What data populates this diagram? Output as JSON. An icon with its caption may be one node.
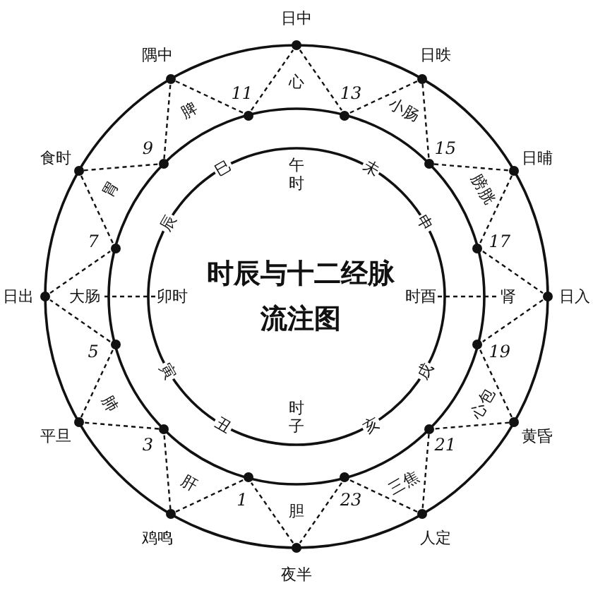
{
  "diagram": {
    "title": "时辰与十二经脉流注图",
    "nodes": [
      {
        "text": [],
        "shape": "circle",
        "beside": [
          "日中"
        ]
      },
      {
        "text": [],
        "shape": "circle",
        "beside": [
          "13"
        ]
      },
      {
        "text": [],
        "shape": "circle",
        "beside": [
          "日昳"
        ]
      },
      {
        "text": [],
        "shape": "circle",
        "beside": [
          "15"
        ]
      },
      {
        "text": [],
        "shape": "circle",
        "beside": [
          "日晡"
        ]
      },
      {
        "text": [],
        "shape": "circle",
        "beside": [
          "17"
        ]
      },
      {
        "text": [],
        "shape": "circle",
        "beside": [
          "日入"
        ]
      },
      {
        "text": [],
        "shape": "circle",
        "beside": [
          "19"
        ]
      },
      {
        "text": [],
        "shape": "circle",
        "beside": [
          "黄昏"
        ]
      },
      {
        "text": [],
        "shape": "circle",
        "beside": [
          "21"
        ]
      },
      {
        "text": [],
        "shape": "circle",
        "beside": [
          "人定"
        ]
      },
      {
        "text": [],
        "shape": "circle",
        "beside": [
          "23"
        ]
      },
      {
        "text": [],
        "shape": "circle",
        "beside": [
          "夜半"
        ]
      },
      {
        "text": [],
        "shape": "circle",
        "beside": [
          "1"
        ]
      },
      {
        "text": [],
        "shape": "circle",
        "beside": [
          "鸡鸣"
        ]
      },
      {
        "text": [],
        "shape": "circle",
        "beside": [
          "3"
        ]
      },
      {
        "text": [],
        "shape": "circle",
        "beside": [
          "平旦"
        ]
      },
      {
        "text": [],
        "shape": "circle",
        "beside": [
          "5"
        ]
      },
      {
        "text": [],
        "shape": "circle",
        "beside": [
          "日出"
        ]
      },
      {
        "text": [],
        "shape": "circle",
        "beside": [
          "7"
        ]
      },
      {
        "text": [],
        "shape": "circle",
        "beside": [
          "食时"
        ]
      },
      {
        "text": [],
        "shape": "circle",
        "beside": [
          "9"
        ]
      },
      {
        "text": [],
        "shape": "circle",
        "beside": [
          "隅中"
        ]
      },
      {
        "text": [],
        "shape": "circle",
        "beside": [
          "11"
        ]
      },
      {
        "text": [
          "时酉"
        ]
      },
      {
        "text": [
          "肾"
        ]
      },
      {
        "text": [
          "卯时"
        ]
      },
      {
        "text": [
          "大肠"
        ]
      }
    ],
    "edges": [
      {
        "from": 0,
        "to": 1,
        "arrow": "none",
        "style": "dashed"
      },
      {
        "from": 1,
        "to": 2,
        "arrow": "none",
        "style": "dashed"
      },
      {
        "from": 2,
        "to": 3,
        "arrow": "none",
        "style": "dashed"
      },
      {
        "from": 3,
        "to": 4,
        "arrow": "none",
        "style": "dashed"
      },
      {
        "from": 4,
        "to": 5,
        "arrow": "none",
        "style": "dashed"
      },
      {
        "from": 5,
        "to": 6,
        "arrow": "none",
        "style": "dashed"
      },
      {
        "from": 6,
        "to": 7,
        "arrow": "none",
        "style": "dashed"
      },
      {
        "from": 7,
        "to": 8,
        "arrow": "none",
        "style": "dashed"
      },
      {
        "from": 8,
        "to": 9,
        "arrow": "none",
        "style": "dashed"
      },
      {
        "from": 9,
        "to": 10,
        "arrow": "none",
        "style": "dashed"
      },
      {
        "from": 10,
        "to": 11,
        "arrow": "none",
        "style": "dashed"
      },
      {
        "from": 11,
        "to": 12,
        "arrow": "none",
        "style": "dashed"
      },
      {
        "from": 12,
        "to": 13,
        "arrow": "none",
        "style": "dashed"
      },
      {
        "from": 13,
        "to": 14,
        "arrow": "none",
        "style": "dashed"
      },
      {
        "from": 14,
        "to": 15,
        "arrow": "none",
        "style": "dashed"
      },
      {
        "from": 15,
        "to": 16,
        "arrow": "none",
        "style": "dashed"
      },
      {
        "from": 16,
        "to": 17,
        "arrow": "none",
        "style": "dashed"
      },
      {
        "from": 17,
        "to": 18,
        "arrow": "none",
        "style": "dashed"
      },
      {
        "from": 18,
        "to": 19,
        "arrow": "none",
        "style": "dashed"
      },
      {
        "from": 19,
        "to": 20,
        "arrow": "none",
        "style": "dashed"
      },
      {
        "from": 20,
        "to": 21,
        "arrow": "none",
        "style": "dashed"
      },
      {
        "from": 21,
        "to": 22,
        "arrow": "none",
        "style": "dashed"
      },
      {
        "from": 22,
        "to": 23,
        "arrow": "none",
        "style": "dashed"
      },
      {
        "from": 23,
        "to": 0,
        "arrow": "none",
        "style": "dashed"
      },
      {
        "from": 24,
        "to": 25,
        "arrow": "none",
        "style": "dashed"
      },
      {
        "from": 26,
        "to": 27,
        "arrow": "none",
        "style": "dashed"
      }
    ],
    "labels": [
      "心",
      "小肠",
      "膀胱",
      "心包",
      "三焦",
      "胆",
      "肝",
      "肺",
      "胃",
      "脾",
      "午时",
      "未",
      "申",
      "戌",
      "亥",
      "时子",
      "丑",
      "寅",
      "辰",
      "巳"
    ]
  }
}
